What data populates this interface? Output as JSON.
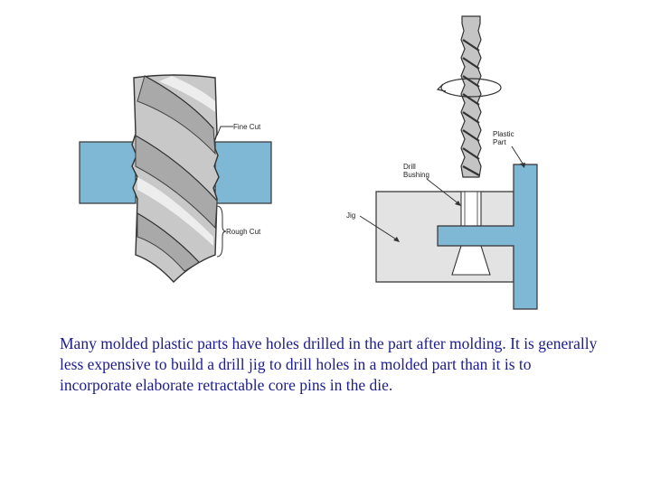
{
  "diagram": {
    "labels": {
      "fine_cut": "Fine Cut",
      "rough_cut": "Rough Cut",
      "plastic_part_line1": "Plastic",
      "plastic_part_line2": "Part",
      "drill_bushing_line1": "Drill",
      "drill_bushing_line2": "Bushing",
      "jig": "Jig"
    },
    "colors": {
      "plastic": "#7fb8d4",
      "jig": "#e3e3e3",
      "drill": "#c4c4c4",
      "outline": "#333333"
    }
  },
  "caption": "Many molded plastic parts have holes drilled in the part after molding. It is generally less expensive to build a drill jig to drill holes in a molded part than it is to incorporate elaborate retractable core pins in the die."
}
